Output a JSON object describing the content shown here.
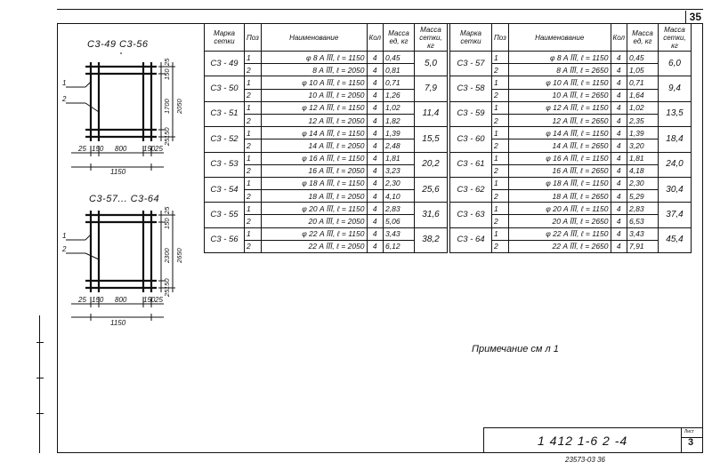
{
  "page_number": "35",
  "drawings": [
    {
      "label": "С3-49   С3-56",
      "pos1": "1",
      "pos2": "2",
      "dim_top": "25",
      "dim_top2": "150",
      "dim_mid": "1700",
      "dim_total": "2050",
      "dim_bot": "150",
      "dim_bot2": "25",
      "dim_row": [
        "25",
        "150",
        "800",
        "150",
        "25"
      ],
      "dim_width": "1150"
    },
    {
      "label": "С3-57... С3-64",
      "pos1": "1",
      "pos2": "2",
      "dim_top": "25",
      "dim_top2": "150",
      "dim_mid": "2300",
      "dim_total": "2650",
      "dim_bot": "150",
      "dim_bot2": "25",
      "dim_row": [
        "25",
        "150",
        "800",
        "150",
        "25"
      ],
      "dim_width": "1150"
    }
  ],
  "table_left": {
    "headers": {
      "mark": "Марка сетки",
      "pos": "Поз",
      "name": "Наименование",
      "qty": "Кол",
      "unit_mass": "Масса ед, кг",
      "total_mass": "Масса сетки, кг"
    },
    "groups": [
      {
        "mark": "С3 - 49",
        "total": "5,0",
        "rows": [
          {
            "pos": "1",
            "name": "φ  8 А ĪĪĪ,   ℓ = 1150",
            "qty": "4",
            "mass": "0,45"
          },
          {
            "pos": "2",
            "name": "8 А ĪĪĪ,   ℓ = 2050",
            "qty": "4",
            "mass": "0,81"
          }
        ]
      },
      {
        "mark": "С3 - 50",
        "total": "7,9",
        "rows": [
          {
            "pos": "1",
            "name": "φ  10 А ĪĪĪ,   ℓ = 1150",
            "qty": "4",
            "mass": "0,71"
          },
          {
            "pos": "2",
            "name": "10 А ĪĪĪ,   ℓ = 2050",
            "qty": "4",
            "mass": "1,26"
          }
        ]
      },
      {
        "mark": "С3 - 51",
        "total": "11,4",
        "rows": [
          {
            "pos": "1",
            "name": "φ  12 А ĪĪĪ,   ℓ = 1150",
            "qty": "4",
            "mass": "1,02"
          },
          {
            "pos": "2",
            "name": "12 А ĪĪĪ,   ℓ = 2050",
            "qty": "4",
            "mass": "1,82"
          }
        ]
      },
      {
        "mark": "С3 - 52",
        "total": "15,5",
        "rows": [
          {
            "pos": "1",
            "name": "φ  14 А ĪĪĪ,   ℓ = 1150",
            "qty": "4",
            "mass": "1,39"
          },
          {
            "pos": "2",
            "name": "14 А ĪĪĪ,   ℓ = 2050",
            "qty": "4",
            "mass": "2,48"
          }
        ]
      },
      {
        "mark": "С3 - 53",
        "total": "20,2",
        "rows": [
          {
            "pos": "1",
            "name": "φ  16 А ĪĪĪ,   ℓ = 1150",
            "qty": "4",
            "mass": "1,81"
          },
          {
            "pos": "2",
            "name": "16 А ĪĪĪ,   ℓ = 2050",
            "qty": "4",
            "mass": "3,23"
          }
        ]
      },
      {
        "mark": "С3 - 54",
        "total": "25,6",
        "rows": [
          {
            "pos": "1",
            "name": "φ  18 А ĪĪĪ,   ℓ = 1150",
            "qty": "4",
            "mass": "2,30"
          },
          {
            "pos": "2",
            "name": "18 А ĪĪĪ,   ℓ = 2050",
            "qty": "4",
            "mass": "4,10"
          }
        ]
      },
      {
        "mark": "С3 - 55",
        "total": "31,6",
        "rows": [
          {
            "pos": "1",
            "name": "φ  20 А ĪĪĪ,   ℓ = 1150",
            "qty": "4",
            "mass": "2,83"
          },
          {
            "pos": "2",
            "name": "20 А ĪĪĪ,   ℓ = 2050",
            "qty": "4",
            "mass": "5,06"
          }
        ]
      },
      {
        "mark": "С3 - 56",
        "total": "38,2",
        "rows": [
          {
            "pos": "1",
            "name": "φ  22 А ĪĪĪ,   ℓ = 1150",
            "qty": "4",
            "mass": "3,43"
          },
          {
            "pos": "2",
            "name": "22 А ĪĪĪ,   ℓ = 2050",
            "qty": "4",
            "mass": "6,12"
          }
        ]
      }
    ]
  },
  "table_right": {
    "headers": {
      "mark": "Марка сетки",
      "pos": "Поз",
      "name": "Наименование",
      "qty": "Кол",
      "unit_mass": "Масса ед, кг",
      "total_mass": "Масса сетки, кг"
    },
    "groups": [
      {
        "mark": "С3 - 57",
        "total": "6,0",
        "rows": [
          {
            "pos": "1",
            "name": "φ 8 А ĪĪĪ,   ℓ = 1150",
            "qty": "4",
            "mass": "0,45"
          },
          {
            "pos": "2",
            "name": "8 А ĪĪĪ,   ℓ = 2650",
            "qty": "4",
            "mass": "1,05"
          }
        ]
      },
      {
        "mark": "С3 - 58",
        "total": "9,4",
        "rows": [
          {
            "pos": "1",
            "name": "φ 10 А ĪĪĪ,   ℓ = 1150",
            "qty": "4",
            "mass": "0,71"
          },
          {
            "pos": "2",
            "name": "10 А ĪĪĪ,   ℓ = 2650",
            "qty": "4",
            "mass": "1,64"
          }
        ]
      },
      {
        "mark": "С3 - 59",
        "total": "13,5",
        "rows": [
          {
            "pos": "1",
            "name": "φ 12 А ĪĪĪ,   ℓ = 1150",
            "qty": "4",
            "mass": "1,02"
          },
          {
            "pos": "2",
            "name": "12 А ĪĪĪ,   ℓ = 2650",
            "qty": "4",
            "mass": "2,35"
          }
        ]
      },
      {
        "mark": "С3 - 60",
        "total": "18,4",
        "rows": [
          {
            "pos": "1",
            "name": "φ 14 А ĪĪĪ,   ℓ = 1150",
            "qty": "4",
            "mass": "1,39"
          },
          {
            "pos": "2",
            "name": "14 А ĪĪĪ,   ℓ = 2650",
            "qty": "4",
            "mass": "3,20"
          }
        ]
      },
      {
        "mark": "С3 - 61",
        "total": "24,0",
        "rows": [
          {
            "pos": "1",
            "name": "φ 16 А ĪĪĪ,   ℓ = 1150",
            "qty": "4",
            "mass": "1,81"
          },
          {
            "pos": "2",
            "name": "16 А ĪĪĪ,   ℓ = 2650",
            "qty": "4",
            "mass": "4,18"
          }
        ]
      },
      {
        "mark": "С3 - 62",
        "total": "30,4",
        "rows": [
          {
            "pos": "1",
            "name": "φ 18 А ĪĪĪ,   ℓ = 1150",
            "qty": "4",
            "mass": "2,30"
          },
          {
            "pos": "2",
            "name": "18 А ĪĪĪ,   ℓ = 2650",
            "qty": "4",
            "mass": "5,29"
          }
        ]
      },
      {
        "mark": "С3 - 63",
        "total": "37,4",
        "rows": [
          {
            "pos": "1",
            "name": "φ 20 А ĪĪĪ,   ℓ = 1150",
            "qty": "4",
            "mass": "2,83"
          },
          {
            "pos": "2",
            "name": "20 А ĪĪĪ,   ℓ = 2650",
            "qty": "4",
            "mass": "6,53"
          }
        ]
      },
      {
        "mark": "С3 - 64",
        "total": "45,4",
        "rows": [
          {
            "pos": "1",
            "name": "φ 22 А ĪĪĪ,   ℓ = 1150",
            "qty": "4",
            "mass": "3,43"
          },
          {
            "pos": "2",
            "name": "22 А ĪĪĪ,   ℓ = 2650",
            "qty": "4",
            "mass": "7,91"
          }
        ]
      }
    ]
  },
  "note": "Примечание  см л 1",
  "stamp": {
    "code": "1 412 1-6 2 -4",
    "sheet_label": "Лист",
    "sheet_number": "3"
  },
  "footer": "23573-03  36"
}
